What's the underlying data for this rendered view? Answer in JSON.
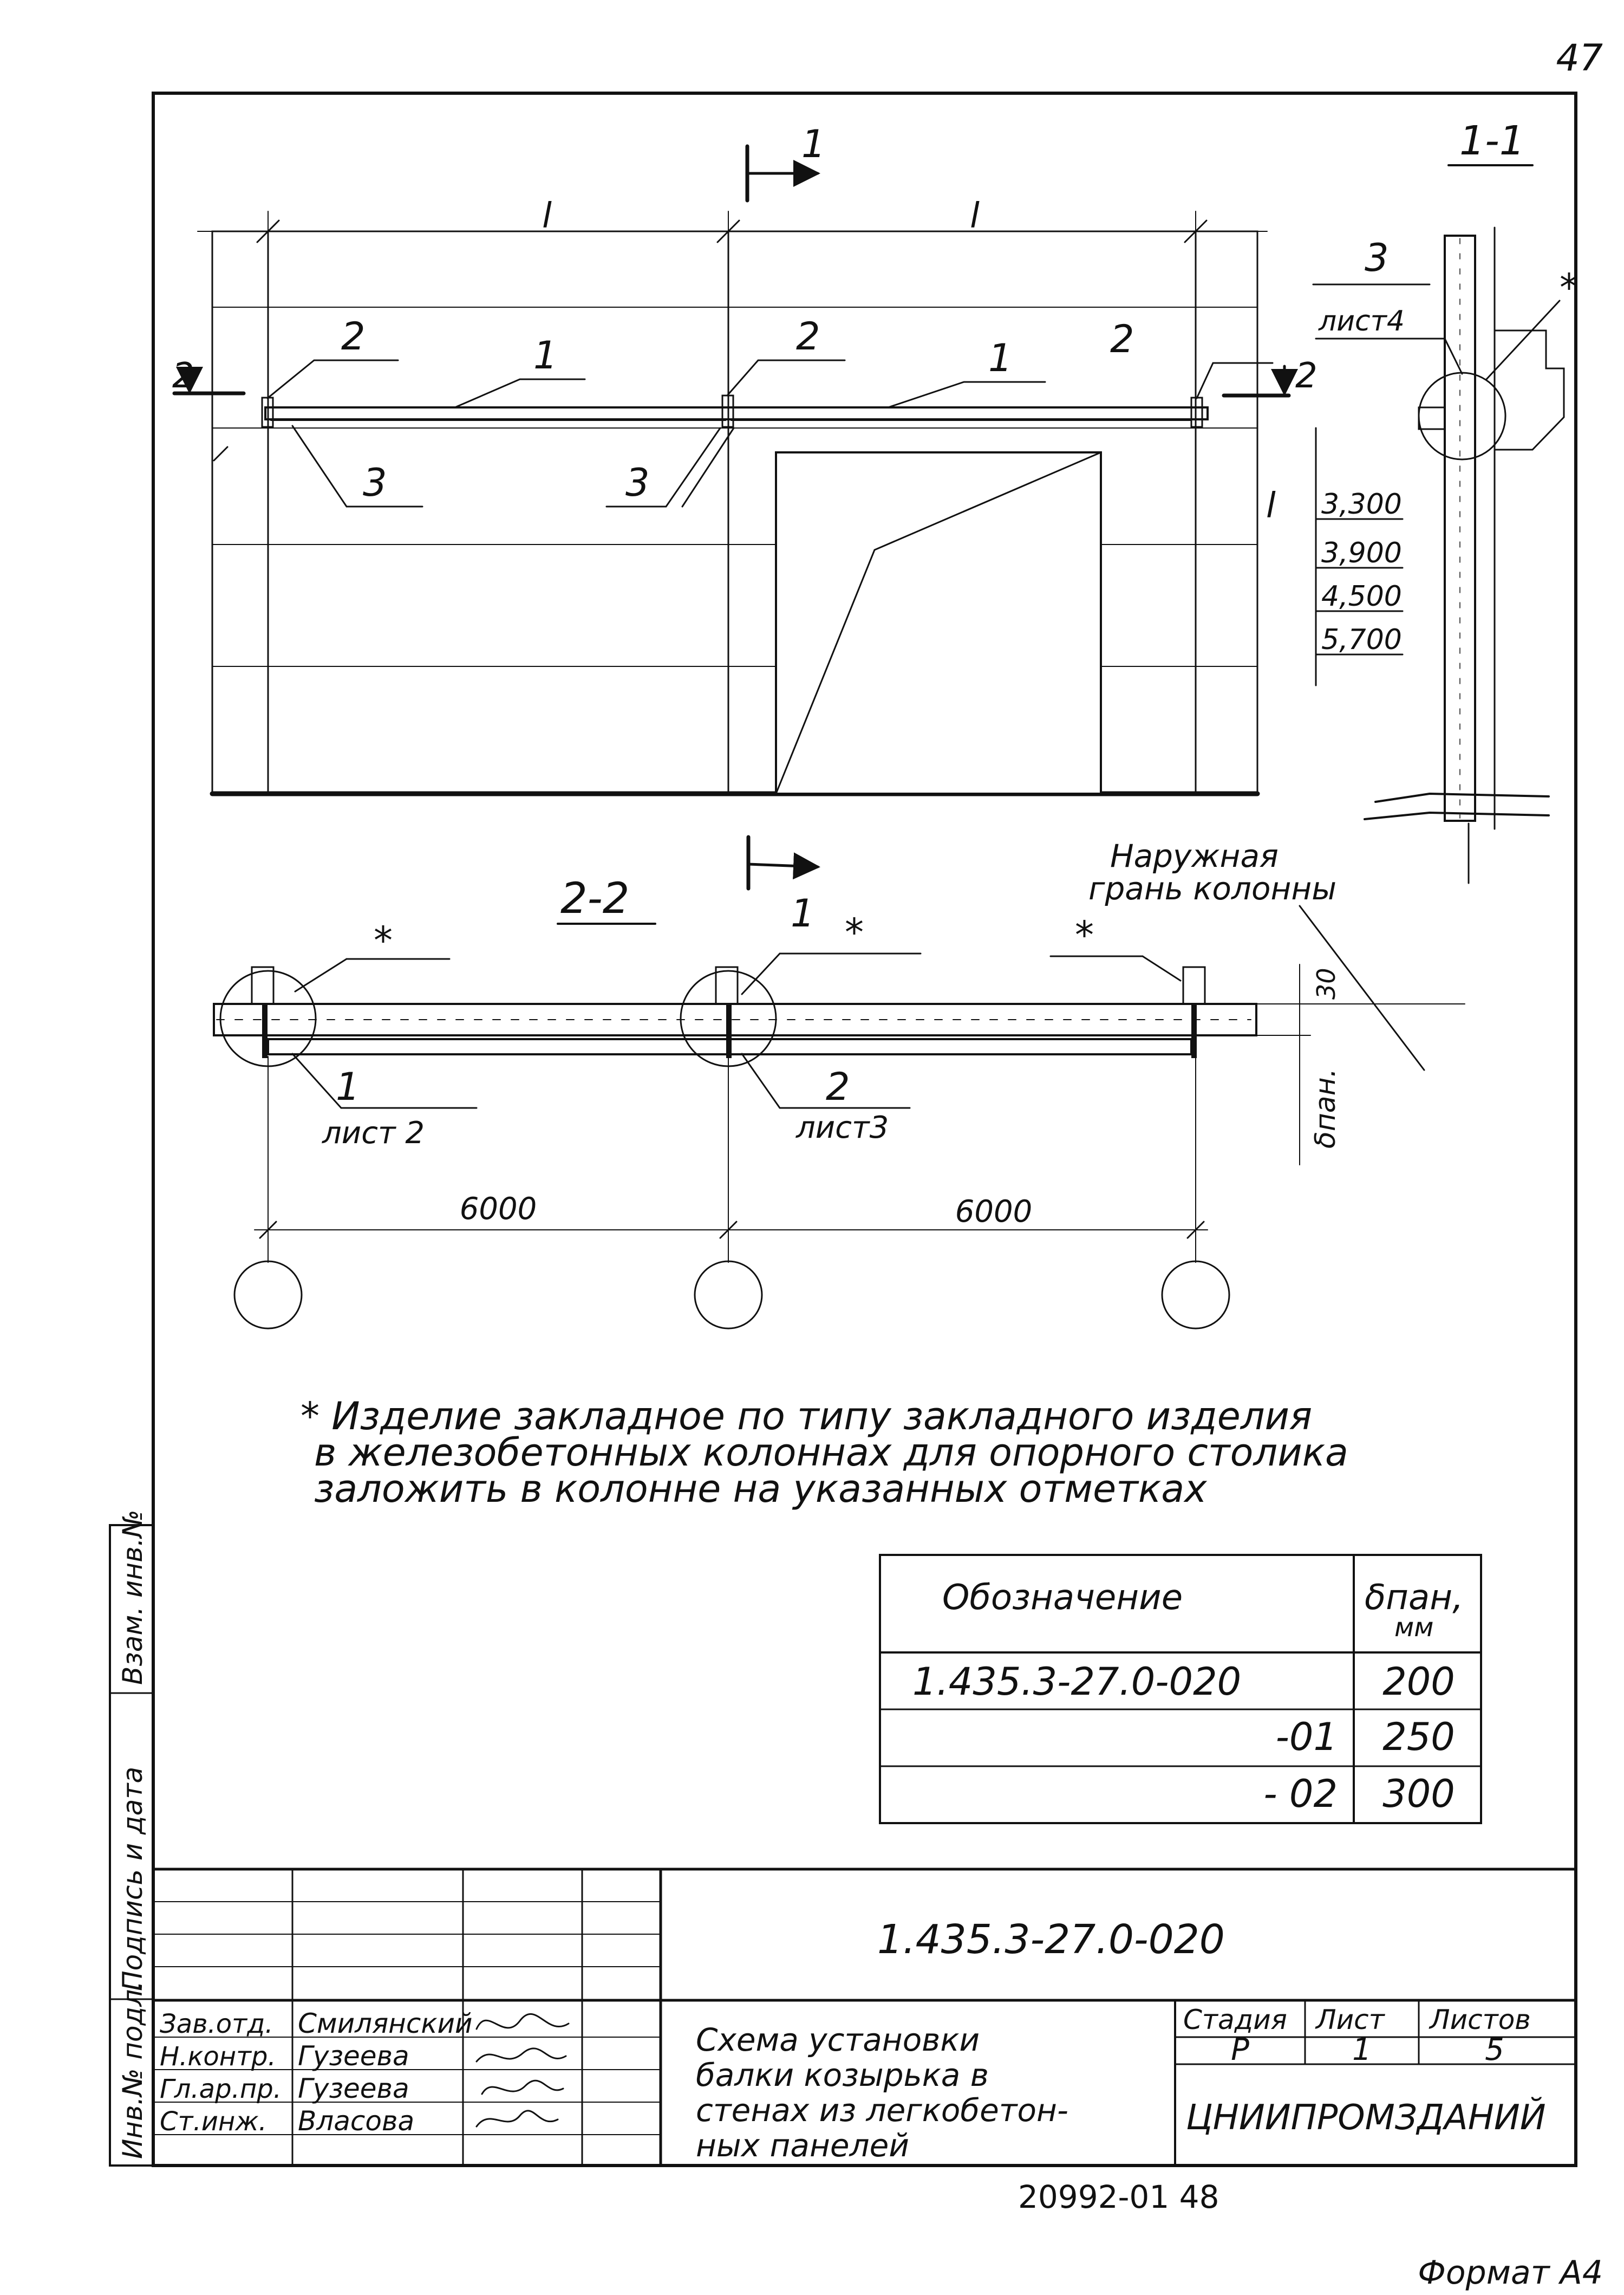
{
  "page_number": "47",
  "bottom_number": "20992-01   48",
  "format_label": "Формат А4",
  "elevation": {
    "section_mark": "1",
    "dim_l_left": "l",
    "dim_l_right": "l",
    "section_2_left": "2",
    "section_2_right": "2",
    "item_2_a": "2",
    "item_2_b": "2",
    "item_2_c": "2",
    "item_1_a": "1",
    "item_1_b": "1",
    "item_3_a": "3",
    "item_3_b": "3",
    "dim_l_side": "l"
  },
  "section_1_1": {
    "title": "1-1",
    "callout_num": "3",
    "callout_sheet": "лист4",
    "asterisk": "*",
    "heights": [
      "3,300",
      "3,900",
      "4,500",
      "5,700"
    ],
    "outer_face_line1": "Наружная",
    "outer_face_line2": "грань колонны"
  },
  "section_2_2": {
    "title": "2-2",
    "cut_mark": "1",
    "asterisk_1": "*",
    "asterisk_2": "*",
    "asterisk_3": "*",
    "callout_1_num": "1",
    "callout_1_sheet": "лист 2",
    "callout_2_num": "2",
    "callout_2_sheet": "лист3",
    "dim_30": "30",
    "dim_bpan": "δпан.",
    "span_1": "6000",
    "span_2": "6000"
  },
  "note": {
    "line1": "* Изделие закладное по типу закладного изделия",
    "line2": "в железобетонных колоннах для опорного столика",
    "line3": "заложить в колонне на указанных отметках"
  },
  "table": {
    "header_designation": "Обозначение",
    "header_thickness_1": "δпан,",
    "header_thickness_2": "мм",
    "rows": [
      {
        "designation": "1.435.3-27.0-020",
        "value": "200"
      },
      {
        "designation": "-01",
        "value": "250"
      },
      {
        "designation": "- 02",
        "value": "300"
      }
    ]
  },
  "left_margin": {
    "inv_no": "Инв.№ подл.",
    "sign_date": "Подпись и дата",
    "inv_replace": "Взам. инв.№"
  },
  "title_block": {
    "document_code": "1.435.3-27.0-020",
    "title_line1": "Схема установки",
    "title_line2": "балки козырька в",
    "title_line3": "стенах из легкобетон-",
    "title_line4": "ных панелей",
    "stage_label": "Стадия",
    "sheet_label": "Лист",
    "sheets_label": "Листов",
    "stage_value": "Р",
    "sheet_value": "1",
    "sheets_value": "5",
    "organization": "ЦНИИПРОМЗДАНИЙ",
    "staff": [
      {
        "role": "Зав.отд.",
        "name": "Смилянский"
      },
      {
        "role": "Н.контр.",
        "name": "Гузеева"
      },
      {
        "role": "Гл.ар.пр.",
        "name": "Гузеева"
      },
      {
        "role": "Ст.инж.",
        "name": "Власова"
      }
    ]
  }
}
